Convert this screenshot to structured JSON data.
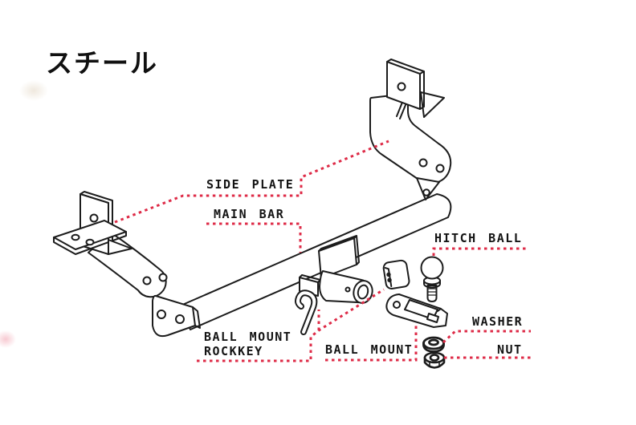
{
  "page": {
    "material_label": "スチール"
  },
  "diagram": {
    "type": "exploded-parts-line-diagram",
    "labels": {
      "material": "スチール",
      "side_plate": "SIDE PLATE",
      "main_bar": "MAIN BAR",
      "hitch_ball": "HITCH BALL",
      "rockkey_line1": "BALL MOUNT",
      "rockkey_line2": "ROCKKEY",
      "ball_mount": "BALL MOUNT",
      "washer": "WASHER",
      "nut": "NUT"
    },
    "colors": {
      "leader_line": "#de2b47",
      "line_art": "#1c1c1c",
      "text": "#141414",
      "background": "#ffffff"
    }
  }
}
